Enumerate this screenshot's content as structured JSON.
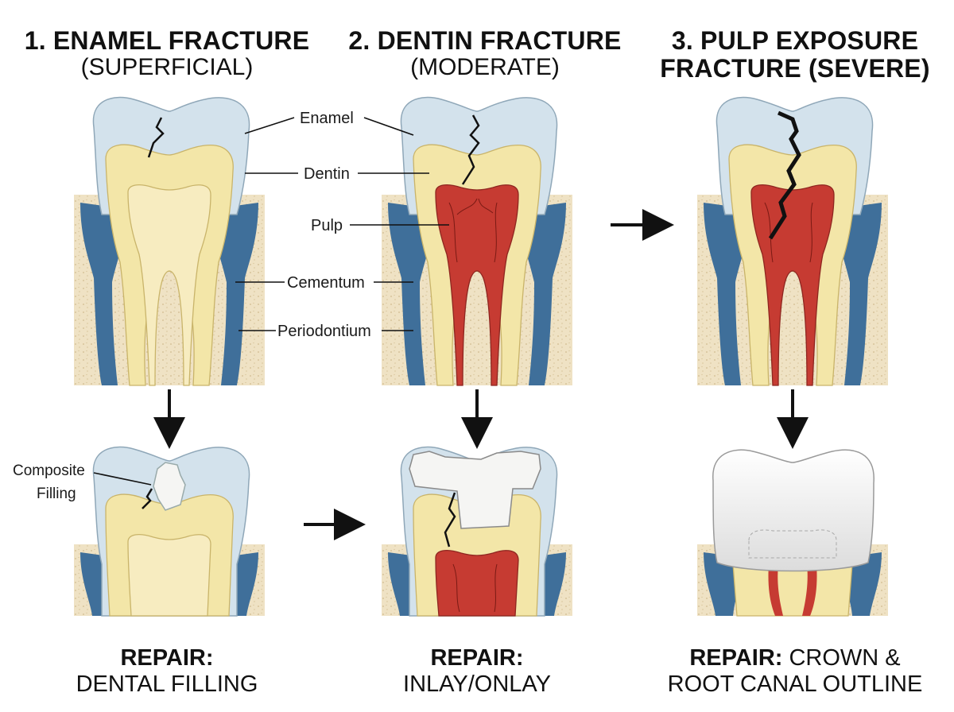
{
  "headings": [
    {
      "line1": "1. ENAMEL FRACTURE",
      "line2": "(SUPERFICIAL)"
    },
    {
      "line1": "2. DENTIN FRACTURE",
      "line2": "(MODERATE)"
    },
    {
      "line1": "3. PULP EXPOSURE",
      "line2": "FRACTURE (SEVERE)"
    }
  ],
  "anatomy_labels": {
    "enamel": "Enamel",
    "dentin": "Dentin",
    "pulp": "Pulp",
    "cementum": "Cementum",
    "periodontium": "Periodontium"
  },
  "composite": {
    "line1": "Composite",
    "line2": "Filling"
  },
  "repairs": [
    {
      "key": "REPAIR:",
      "rest": "",
      "line2": "DENTAL FILLING"
    },
    {
      "key": "REPAIR:",
      "rest": "",
      "line2": "INLAY/ONLAY"
    },
    {
      "key": "REPAIR:",
      "rest": " CROWN &",
      "line2": "ROOT CANAL OUTLINE"
    }
  ],
  "colors": {
    "enamel": "#d3e2ec",
    "dentin": "#f3e6a8",
    "pulp": "#c63b32",
    "gum": "#3f6f9a",
    "bone": "#efe2c4",
    "crown": "#f2f2f0"
  }
}
